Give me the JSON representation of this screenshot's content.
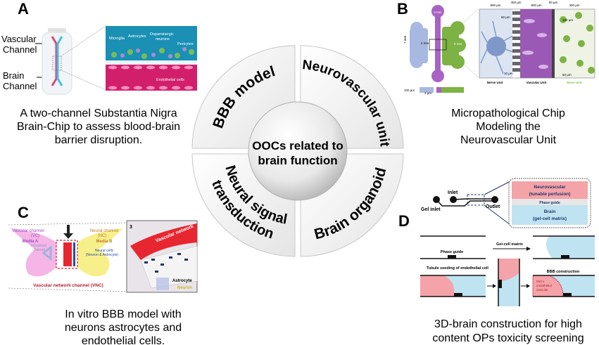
{
  "center": {
    "line1": "OOCs related to",
    "line2": "brain function",
    "quadrants": [
      "BBB model",
      "Neurovascular unit",
      "Neural signal",
      "transduction",
      "Brain organoid"
    ]
  },
  "panel_a": {
    "letter": "A",
    "vascular_channel": [
      "Vascular",
      "Channel"
    ],
    "brain_channel": [
      "Brain",
      "Channel"
    ],
    "inset_labels": [
      "Microglia",
      "Astrocytes",
      "Dopaminergic",
      "neurons",
      "Pericytes",
      "Endothelial cells"
    ],
    "caption": [
      "A two-channel Substantia Nigra",
      "Brain-Chip to assess blood-brain",
      "barrier disruption."
    ]
  },
  "panel_b": {
    "letter": "B",
    "chip_labels": [
      "5 mm",
      "7 mm",
      "2 mm",
      "6 mm",
      "100 µm",
      "3 µm"
    ],
    "dims_top": [
      "800 µm",
      "400 µm",
      "800 µm",
      "50 µm",
      "400 µm"
    ],
    "dims_side": [
      "60 µm",
      "10 µm",
      "100 µm",
      "50 µm"
    ],
    "units": [
      "Nerve Unit",
      "Vascular Unit",
      "Bone Unit"
    ],
    "caption": [
      "Micropathological Chip",
      "Modeling the",
      "Neurovascular Unit"
    ]
  },
  "panel_c": {
    "letter": "C",
    "labels": [
      "Vascular channel",
      "(VC)",
      "Media A",
      "Neural channel",
      "(NC)",
      "Media B",
      "Fibroblast",
      "channel",
      "Neural cells",
      "(Neuron & Astrocyte)",
      "Vascular network channel (VNC)"
    ],
    "inset_labels": [
      "3",
      "Vascular network",
      "Astrocyte",
      "Neuron"
    ],
    "caption": [
      "In vitro BBB model with",
      "neurons astrocytes and",
      "endothelial cells."
    ]
  },
  "panel_d": {
    "letter": "D",
    "chip_labels": [
      "Inlet",
      "Gel inlet",
      "Outlet"
    ],
    "zoom_labels": [
      "Neurovascular",
      "(tunable perfusion)",
      "Phase guide",
      "Brain",
      "(gel-cell matrix)"
    ],
    "steps": [
      "Phase guide",
      "Gel-cell matrix",
      "Tubule seeding of endothelial cell",
      "BBB construction",
      "Micro",
      "endothelial",
      "vascular"
    ],
    "caption": [
      "3D-brain construction for high",
      "content OPs toxicity screening"
    ]
  },
  "colors": {
    "vascular": "#e0457b",
    "brain": "#3cc4e6",
    "endothelial": "#c2185b",
    "nerve": "#9fb3dd",
    "vascular_unit": "#9b59b6",
    "bone": "#7cb342",
    "pink": "#f4a3a8",
    "light_blue": "#bfe3f0"
  }
}
